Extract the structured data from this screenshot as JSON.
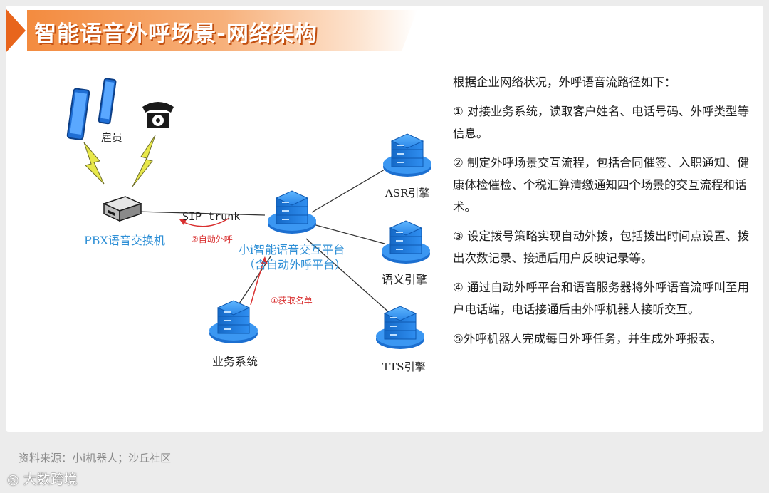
{
  "header": {
    "title": "智能语音外呼场景-网络架构"
  },
  "diagram": {
    "employee_label": "雇员",
    "pbx_label": "PBX语音交换机",
    "sip_label": "SIP trunk",
    "auto_call_label": "②自动外呼",
    "platform_label_1": "小i智能语音交互平台",
    "platform_label_2": "（含自动外呼平台）",
    "get_list_label": "①获取名单",
    "business_label": "业务系统",
    "asr_label": "ASR引擎",
    "semantic_label": "语义引擎",
    "tts_label": "TTS引擎",
    "colors": {
      "accent": "#e8651c",
      "label_blue": "#2e8fd6",
      "red_text": "#d93030",
      "server_blue": "#1e78d8"
    }
  },
  "steps": {
    "intro": "根据企业网络状况，外呼语音流路径如下：",
    "items": [
      "① 对接业务系统，读取客户姓名、电话号码、外呼类型等信息。",
      "② 制定外呼场景交互流程，包括合同催签、入职通知、健康体检催检、个税汇算清缴通知四个场景的交互流程和话术。",
      "③ 设定拨号策略实现自动外拨，包括拨出时间点设置、拨出次数记录、接通后用户反映记录等。",
      "④ 通过自动外呼平台和语音服务器将外呼语音流呼叫至用户电话端，电话接通后由外呼机器人接听交互。",
      "⑤外呼机器人完成每日外呼任务，并生成外呼报表。"
    ]
  },
  "footer": {
    "source": "资料来源：小i机器人；沙丘社区",
    "watermark": "大数跨境"
  }
}
